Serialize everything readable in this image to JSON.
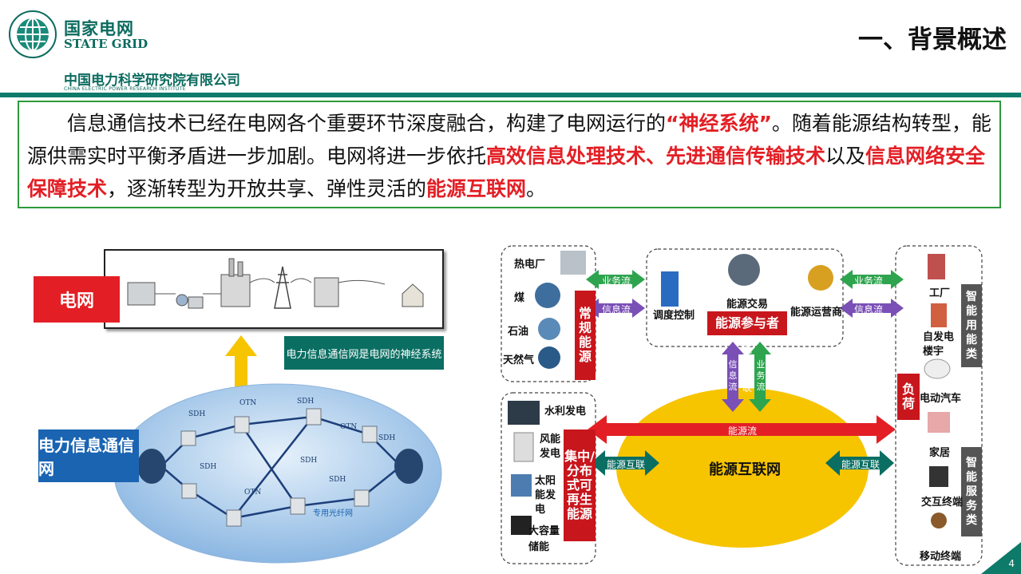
{
  "header": {
    "org_cn": "国家电网",
    "org_en": "STATE GRID",
    "institute_cn": "中国电力科学研究院有限公司",
    "institute_en": "CHINA ELECTRIC POWER RESEARCH INSTITUTE",
    "title": "一、背景概述"
  },
  "intro": {
    "p1": "信息通信技术已经在电网各个重要环节深度融合，构建了电网运行的",
    "h1": "“神经系统”",
    "p2": "。随着能源结构转型，能源供需实时平衡矛盾进一步加剧。电网将进一步依托",
    "h2": "高效信息处理技术、先进通信传输技术",
    "p3": "以及",
    "h3": "信息网络安全保障技术",
    "p4": "，逐渐转型为开放共享、弹性灵活的",
    "h4": "能源互联网",
    "p5": "。"
  },
  "left_diagram": {
    "grid_label": "电网",
    "note": "电力信息通信网是电网的神经系统",
    "comm_label": "电力信息通信网",
    "network_nodes": [
      "SDH",
      "OTN",
      "SDH",
      "OTN",
      "SDH",
      "SDH",
      "OTN",
      "SDH",
      "SDH"
    ],
    "fiber_label": "专用光纤网"
  },
  "right_diagram": {
    "sources": [
      "热电厂",
      "煤",
      "石油",
      "天然气"
    ],
    "conventional": "常规能源",
    "renewables": [
      "水利发电",
      "风能发电",
      "太阳能发电",
      "大容量储能"
    ],
    "renewable_label": "集中/分布式可再生能源",
    "business_flow": "业务流",
    "info_flow": "信息流",
    "dispatch": "调度控制",
    "trading": "能源交易",
    "operator": "能源运营商",
    "participants": "能源参与者",
    "energy_internet_v": "能源互联",
    "info_flow_v": "信息流",
    "business_flow_v": "业务流",
    "energy_flow": "能源流",
    "energy_internet_link": "能源互联",
    "energy_internet": "能源互联网",
    "load_label": "负荷",
    "smart_use": "智能用能类",
    "smart_service": "智能服务类",
    "consumers": [
      "工厂",
      "自发电楼宇",
      "电动汽车",
      "家居",
      "交互终端",
      "移动终端"
    ]
  },
  "page_number": "4",
  "colors": {
    "accent_green": "#0e7a6a",
    "highlight_red": "#e31f25",
    "comm_blue": "#1a64b2",
    "energy_yellow": "#f7c400"
  }
}
